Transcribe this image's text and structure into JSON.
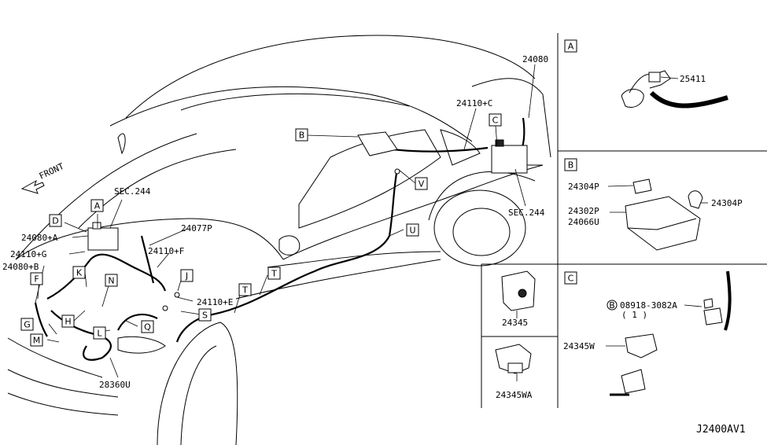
{
  "diagram_id": "J2400AV1",
  "front_label": "FRONT",
  "callouts": {
    "A": "A",
    "B": "B",
    "C": "C",
    "D": "D",
    "F": "F",
    "G": "G",
    "H": "H",
    "J": "J",
    "K": "K",
    "L": "L",
    "M": "M",
    "N": "N",
    "Q": "Q",
    "S": "S",
    "T1": "T",
    "T2": "T",
    "U": "U",
    "V": "V"
  },
  "main_parts": {
    "p24080": "24080",
    "p24110C": "24110+C",
    "sec244_right": "SEC.244",
    "sec244_left": "SEC.244",
    "p24077P": "24077P",
    "p24110F": "24110+F",
    "p24080A": "24080+A",
    "p24110G": "24110+G",
    "p24080B": "24080+B",
    "p24110E": "24110+E",
    "p28360U": "28360U"
  },
  "panel_A": {
    "title": "A",
    "part": "25411"
  },
  "panel_B": {
    "title": "B",
    "part1": "24304P",
    "part2": "24304P",
    "part3": "24302P",
    "part4": "24066U"
  },
  "panel_C": {
    "title": "C",
    "bolt_marker": "B",
    "bolt": "08918-3082A",
    "qty": "( 1 )",
    "part": "24345W"
  },
  "panel_24345": {
    "part": "24345"
  },
  "panel_24345WA": {
    "part": "24345WA"
  }
}
